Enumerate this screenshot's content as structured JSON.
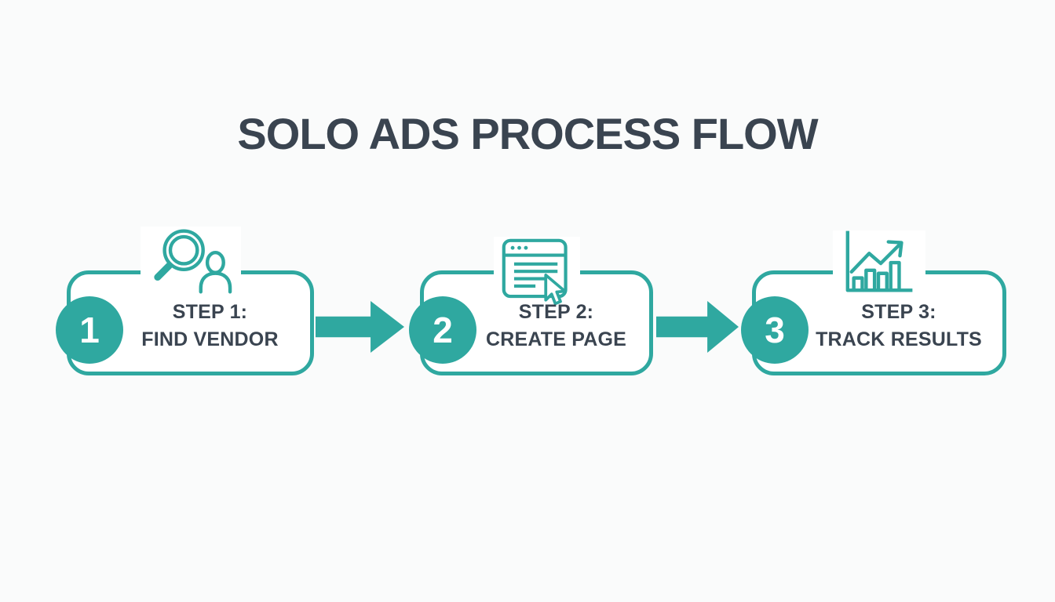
{
  "title": "SOLO ADS PROCESS FLOW",
  "colors": {
    "accent_teal": "#2fa8a0",
    "heading_text": "#3a4450",
    "box_background": "#ffffff",
    "page_background": "#fafbfb"
  },
  "steps": [
    {
      "number": "1",
      "label_line1": "STEP 1:",
      "label_line2": "FIND VENDOR",
      "icon": "vendor-search-icon"
    },
    {
      "number": "2",
      "label_line1": "STEP 2:",
      "label_line2": "CREATE PAGE",
      "icon": "browser-cursor-icon"
    },
    {
      "number": "3",
      "label_line1": "STEP 3:",
      "label_line2": "TRACK RESULTS",
      "icon": "growth-chart-icon"
    }
  ],
  "connectors": [
    {
      "type": "arrow-right"
    },
    {
      "type": "arrow-right"
    }
  ]
}
